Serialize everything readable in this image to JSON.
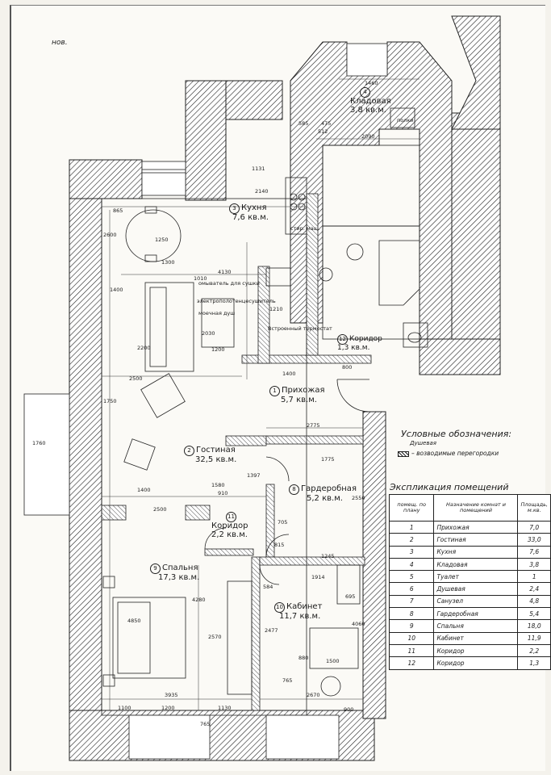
{
  "corner_note": "нов.",
  "rooms": [
    {
      "num": "1",
      "name": "Прихожая",
      "area": "5,7 кв.м."
    },
    {
      "num": "2",
      "name": "Гостиная",
      "area": "32,5 кв.м."
    },
    {
      "num": "3",
      "name": "Кухня",
      "area": "7,6 кв.м."
    },
    {
      "num": "4",
      "name": "Кладовая",
      "area": "3,8 кв.м."
    },
    {
      "num": "8",
      "name": "Гардеробная",
      "area": "5,2 кв.м."
    },
    {
      "num": "9",
      "name": "Спальня",
      "area": "17,3 кв.м."
    },
    {
      "num": "10",
      "name": "Кабинет",
      "area": "11,7 кв.м."
    },
    {
      "num": "11",
      "name": "Коридор",
      "area": "2,2 кв.м."
    },
    {
      "num": "12",
      "name": "Коридор",
      "area": "1,3 кв.м."
    }
  ],
  "annotations": {
    "built_in_thermostat": "Встроенный термостат",
    "wash_ceiling": "омыватель для сушки",
    "hand_dryer": "электрополотенцесушитель",
    "shower_note": "моечная душ",
    "shower_cabin": "стир. маш.",
    "shelf_note": "полки"
  },
  "dims": [
    "1460",
    "585",
    "475",
    "512",
    "2090",
    "1131",
    "2140",
    "865",
    "2600",
    "1250",
    "1300",
    "4130",
    "1010",
    "1400",
    "2030",
    "2200",
    "1200",
    "2500",
    "1750",
    "1760",
    "1400",
    "2500",
    "1580",
    "910",
    "1397",
    "2775",
    "1775",
    "2550",
    "705",
    "815",
    "1245",
    "1914",
    "695",
    "4280",
    "2570",
    "584",
    "2477",
    "4060",
    "880",
    "1500",
    "765",
    "2670",
    "3935",
    "1200",
    "1100",
    "4850",
    "1130",
    "765",
    "900",
    "1400",
    "800",
    "1210"
  ],
  "legend": {
    "title": "Условные обозначения:",
    "sub": "Душевая",
    "item": "– возводимые перегородки"
  },
  "explication": {
    "title": "Экспликация помещений",
    "head": [
      "помещ. по плану",
      "Назначение комнат и помещений",
      "Площадь, м.кв."
    ],
    "rows": [
      [
        "1",
        "Прихожая",
        "7,0"
      ],
      [
        "2",
        "Гостиная",
        "33,0"
      ],
      [
        "3",
        "Кухня",
        "7,6"
      ],
      [
        "4",
        "Кладовая",
        "3,8"
      ],
      [
        "5",
        "Туалет",
        "1"
      ],
      [
        "6",
        "Душевая",
        "2,4"
      ],
      [
        "7",
        "Санузел",
        "4,8"
      ],
      [
        "8",
        "Гардеробная",
        "5,4"
      ],
      [
        "9",
        "Спальня",
        "18,0"
      ],
      [
        "10",
        "Кабинет",
        "11,9"
      ],
      [
        "11",
        "Коридор",
        "2,2"
      ],
      [
        "12",
        "Коридор",
        "1,3"
      ]
    ]
  }
}
